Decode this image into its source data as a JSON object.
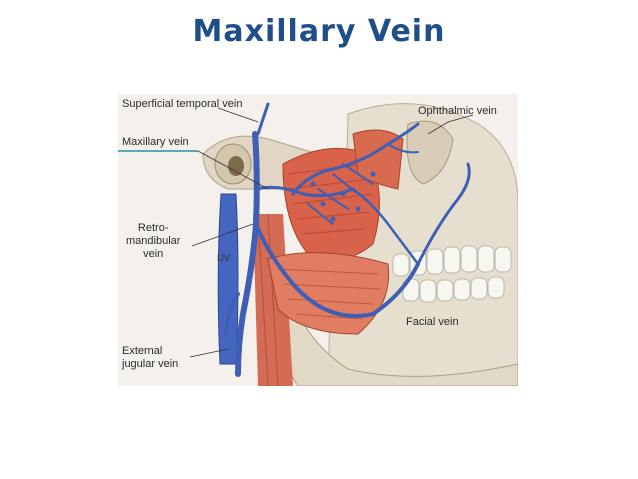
{
  "slide": {
    "title": "Maxillary Vein"
  },
  "figure": {
    "labels": {
      "superficial_temporal_vein": "Superficial temporal vein",
      "ophthalmic_vein": "Ophthalmic vein",
      "maxillary_vein": "Maxillary vein",
      "retromandibular_vein": "Retro-\nmandibular\nvein",
      "ijv": "IJV",
      "facial_vein": "Facial vein",
      "external_jugular_vein": "External\njugular vein"
    },
    "colors": {
      "title": "#1f4e8a",
      "vein": "#3f5fb5",
      "muscle": "#d9624a",
      "bone": "#e4dccb",
      "highlight": "#5aa7b8"
    }
  }
}
